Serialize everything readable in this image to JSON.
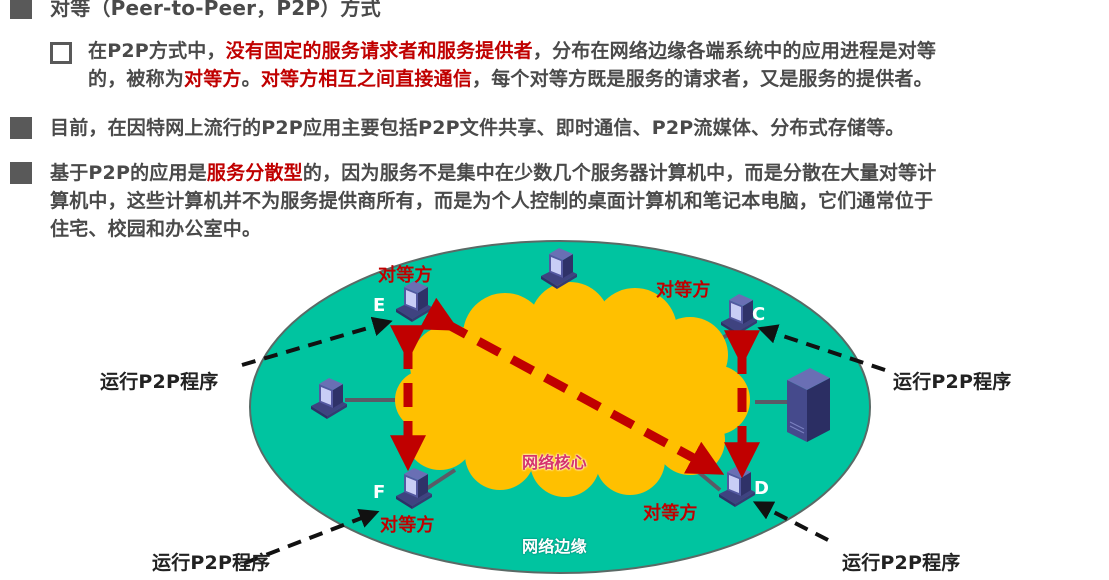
{
  "slide": {
    "heading": {
      "text": "对等（Peer-to-Peer，P2P）方式"
    },
    "sub_point": {
      "line1_a": "在P2P方式中，",
      "line1_b": "没有固定的服务请求者和服务提供者",
      "line1_c": "，分布在网络边缘各端系统中的应用进程是对等",
      "line2_a": "的，被称为",
      "line2_b": "对等方",
      "line2_c": "。",
      "line2_d": "对等方相互之间直接通信",
      "line2_e": "，每个对等方既是服务的请求者，又是服务的提供者。"
    },
    "point2": {
      "text": "目前，在因特网上流行的P2P应用主要包括P2P文件共享、即时通信、P2P流媒体、分布式存储等。"
    },
    "point3": {
      "line1_a": "基于P2P的应用是",
      "line1_b": "服务分散型",
      "line1_c": "的，因为服务不是集中在少数几个服务器计算机中，而是分散在大量对等计",
      "line2": "算机中，这些计算机并不为服务提供商所有，而是为个人控制的桌面计算机和笔记本电脑，它们通常位于",
      "line3": "住宅、校园和办公室中。"
    }
  },
  "diagram": {
    "core_label": "网络核心",
    "edge_label": "网络边缘",
    "peer_label": "对等方",
    "run_label": "运行P2P程序",
    "nodes": {
      "E": "E",
      "C": "C",
      "F": "F",
      "D": "D"
    },
    "colors": {
      "edge": "#00c4a0",
      "core": "#ffc000",
      "arrow": "#c00000",
      "peer_text": "#c00000",
      "core_text": "#d6336c",
      "computer": "#4b4f8f"
    }
  }
}
